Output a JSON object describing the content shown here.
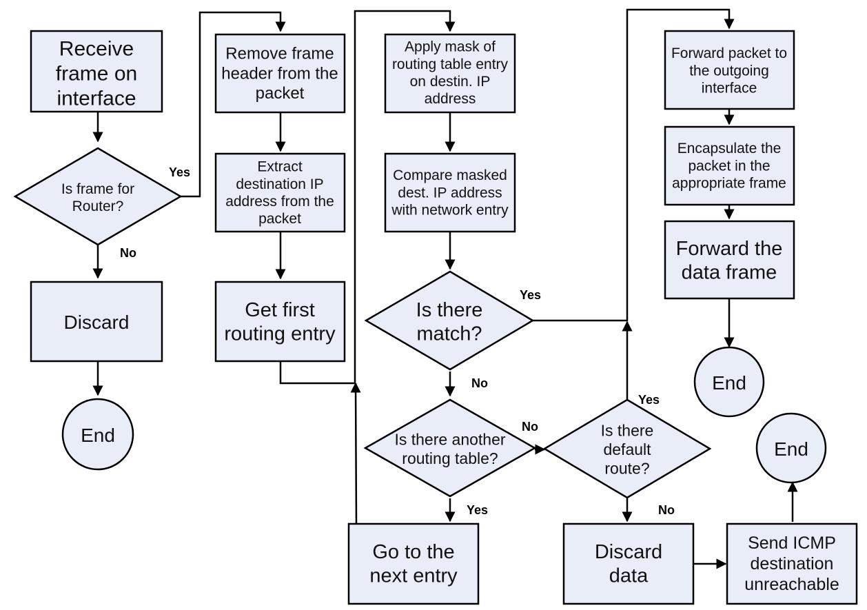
{
  "colors": {
    "node_fill": "#e8edf7",
    "stroke": "#000000"
  },
  "nodes": {
    "receive_frame": "Receive frame on interface",
    "is_frame_for_router": "Is frame for Router?",
    "discard": "Discard",
    "end_1": "End",
    "remove_header": "Remove frame header from the packet",
    "extract_ip": "Extract destination IP address from the packet",
    "get_first_entry": "Get first routing entry",
    "apply_mask": "Apply mask of routing table entry on destin. IP address",
    "compare_masked": "Compare masked dest. IP address with network entry",
    "is_match": "Is there match?",
    "another_table": "Is there another routing table?",
    "next_entry": "Go to the next entry",
    "default_route": "Is there default route?",
    "discard_data": "Discard data",
    "send_icmp": "Send ICMP destination unreachable",
    "end_3": "End",
    "forward_packet": "Forward packet to the outgoing interface",
    "encapsulate": "Encapsulate the packet in the appropriate frame",
    "forward_frame": "Forward the data frame",
    "end_2": "End"
  },
  "edge_labels": {
    "yes_router": "Yes",
    "no_router": "No",
    "yes_match": "Yes",
    "no_match": "No",
    "no_another": "No",
    "yes_another": "Yes",
    "yes_default": "Yes",
    "no_default": "No"
  }
}
